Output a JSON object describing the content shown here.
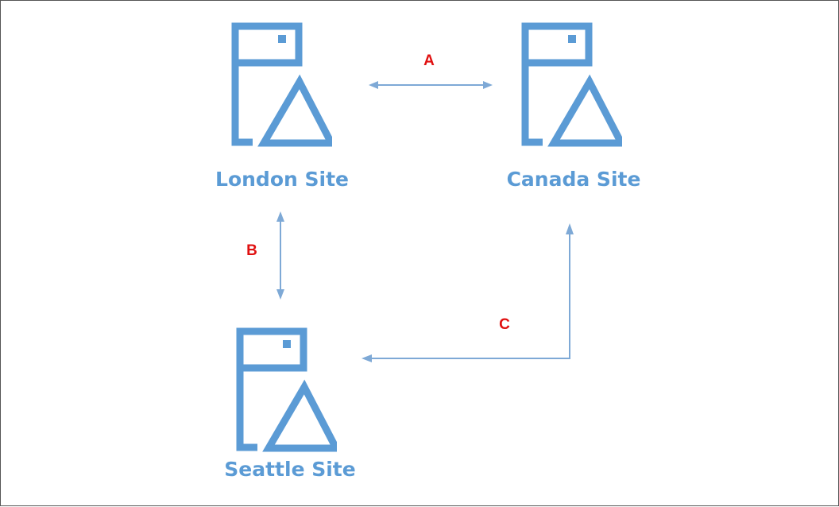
{
  "colors": {
    "icon": "#5B9BD5",
    "site_label": "#5B9BD5",
    "arrow": "#7EA9D6",
    "connection_label": "#E01010",
    "border": "#555555"
  },
  "icon_name": "server-site-icon",
  "sites": {
    "london": {
      "label": "London Site"
    },
    "canada": {
      "label": "Canada Site"
    },
    "seattle": {
      "label": "Seattle Site"
    }
  },
  "connections": {
    "a": {
      "label": "A",
      "from": "London Site",
      "to": "Canada Site",
      "direction": "bidirectional"
    },
    "b": {
      "label": "B",
      "from": "London Site",
      "to": "Seattle Site",
      "direction": "bidirectional"
    },
    "c": {
      "label": "C",
      "from": "Canada Site",
      "to": "Seattle Site",
      "direction": "bidirectional"
    }
  }
}
